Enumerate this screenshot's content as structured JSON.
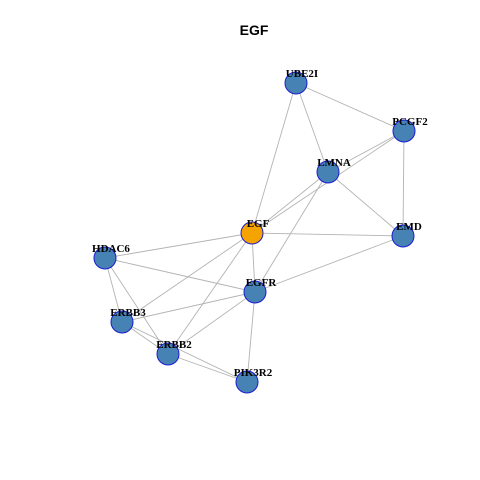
{
  "title": "EGF",
  "colors": {
    "background": "#ffffff",
    "node_default": "#4682b4",
    "node_highlight": "#f5a300",
    "node_border": "#1c1cd0",
    "edge": "#b3b3b3",
    "label": "#000000"
  },
  "nodes": [
    {
      "id": "UBE2I",
      "label": "UBE2I",
      "highlight": false
    },
    {
      "id": "PCGF2",
      "label": "PCGF2",
      "highlight": false
    },
    {
      "id": "LMNA",
      "label": "LMNA",
      "highlight": false
    },
    {
      "id": "EGF",
      "label": "EGF",
      "highlight": true
    },
    {
      "id": "EMD",
      "label": "EMD",
      "highlight": false
    },
    {
      "id": "HDAC6",
      "label": "HDAC6",
      "highlight": false
    },
    {
      "id": "EGFR",
      "label": "EGFR",
      "highlight": false
    },
    {
      "id": "ERBB3",
      "label": "ERBB3",
      "highlight": false
    },
    {
      "id": "ERBB2",
      "label": "ERBB2",
      "highlight": false
    },
    {
      "id": "PIK3R2",
      "label": "PIK3R2",
      "highlight": false
    }
  ],
  "edges": [
    [
      "UBE2I",
      "PCGF2"
    ],
    [
      "UBE2I",
      "LMNA"
    ],
    [
      "UBE2I",
      "EGF"
    ],
    [
      "PCGF2",
      "LMNA"
    ],
    [
      "PCGF2",
      "EMD"
    ],
    [
      "PCGF2",
      "EGF"
    ],
    [
      "LMNA",
      "EGF"
    ],
    [
      "LMNA",
      "EMD"
    ],
    [
      "LMNA",
      "EGFR"
    ],
    [
      "EGF",
      "EMD"
    ],
    [
      "EGF",
      "HDAC6"
    ],
    [
      "EGF",
      "EGFR"
    ],
    [
      "EGF",
      "ERBB3"
    ],
    [
      "EGF",
      "ERBB2"
    ],
    [
      "EMD",
      "EGFR"
    ],
    [
      "HDAC6",
      "EGFR"
    ],
    [
      "HDAC6",
      "ERBB3"
    ],
    [
      "HDAC6",
      "ERBB2"
    ],
    [
      "EGFR",
      "ERBB3"
    ],
    [
      "EGFR",
      "ERBB2"
    ],
    [
      "EGFR",
      "PIK3R2"
    ],
    [
      "ERBB3",
      "ERBB2"
    ],
    [
      "ERBB3",
      "PIK3R2"
    ],
    [
      "ERBB2",
      "PIK3R2"
    ]
  ]
}
